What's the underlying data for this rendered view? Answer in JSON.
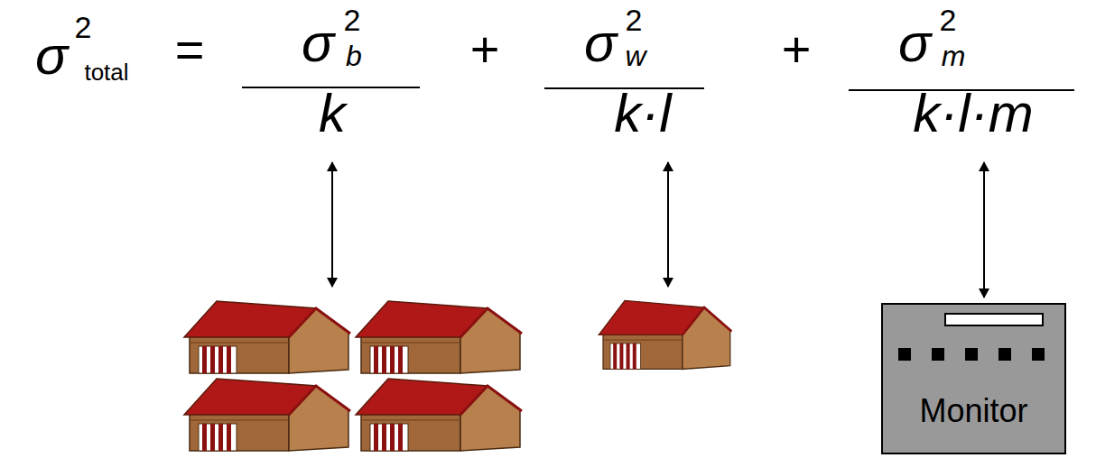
{
  "diagram": {
    "nodes": [
      {
        "text": [
          "Monitor"
        ]
      }
    ],
    "labels": [
      "σ",
      "2",
      "total",
      "=",
      "σ",
      "2",
      "b",
      "k",
      "+",
      "σ",
      "2",
      "w",
      "k·l",
      "+",
      "σ",
      "2",
      "m",
      "k·l·m"
    ]
  }
}
